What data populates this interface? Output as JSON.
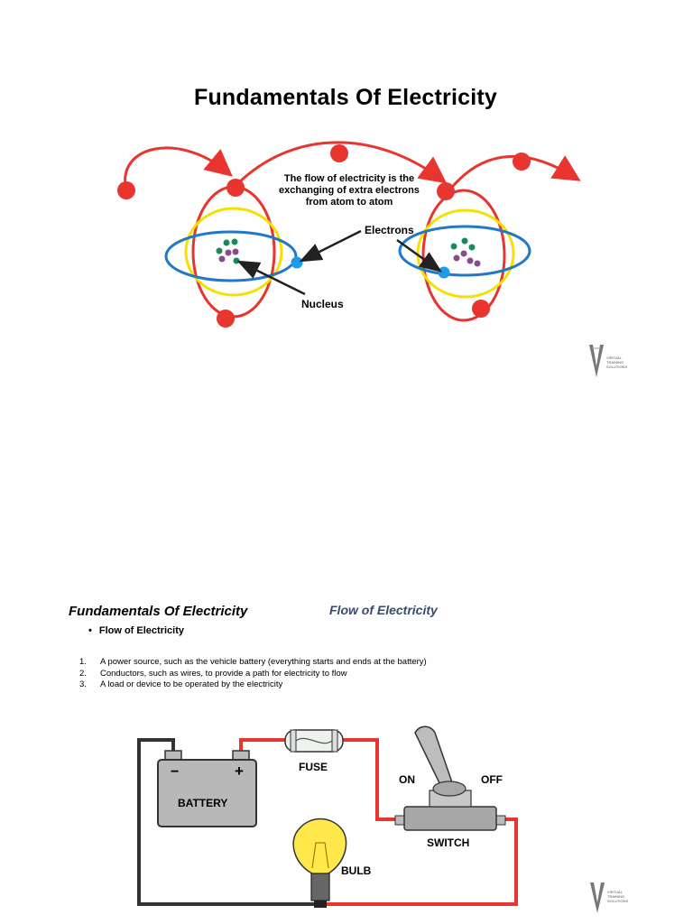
{
  "slide1": {
    "title": "Fundamentals Of Electricity",
    "flow_text": "The flow of electricity is the exchanging of extra electrons from atom to atom",
    "electrons_label": "Electrons",
    "nucleus_label": "Nucleus"
  },
  "slide2": {
    "title": "Fundamentals Of Electricity",
    "subtitle": "Flow of Electricity",
    "bullet": "Flow of Electricity",
    "list": [
      {
        "num": "1.",
        "text": "A power source, such as the vehicle battery (everything starts and ends at the battery)"
      },
      {
        "num": "2.",
        "text": "Conductors, such as wires, to provide a path for electricity to flow"
      },
      {
        "num": "3.",
        "text": "A load or device to be operated by the electricity"
      }
    ],
    "circuit": {
      "fuse": "FUSE",
      "battery": "BATTERY",
      "minus": "−",
      "plus": "+",
      "on": "ON",
      "off": "OFF",
      "switch": "SWITCH",
      "bulb": "BULB"
    }
  },
  "logo": {
    "line1": "VIRTUAL",
    "line2": "TRAINING",
    "line3": "SOLUTIONS"
  },
  "colors": {
    "wire_red": "#e8352f",
    "orbit_yellow": "#f4e100",
    "orbit_blue": "#1f78c8",
    "electron_blue": "#1e9be6",
    "nucleus_green": "#1a8a5a",
    "nucleus_purple": "#8a4b8c"
  }
}
